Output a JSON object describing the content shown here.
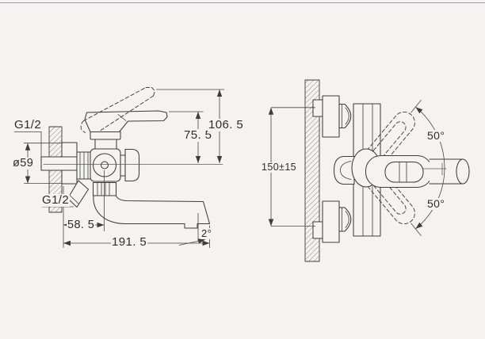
{
  "page": {
    "paper_color": "#f4f3f1",
    "line_color": "#3d3d3d"
  },
  "side_view": {
    "thread_label_top": "G1/2",
    "thread_label_bottom": "G1/2",
    "escutcheon_diameter": "ø59",
    "height_handle_raised": "106. 5",
    "height_handle": "75. 5",
    "wall_to_valve_center": "58. 5",
    "wall_to_spout_tip": "191. 5",
    "spout_tip_angle": "2°"
  },
  "top_view": {
    "inlet_center_distance": "150±15",
    "handle_swing_upper": "50°",
    "handle_swing_lower": "50°"
  }
}
